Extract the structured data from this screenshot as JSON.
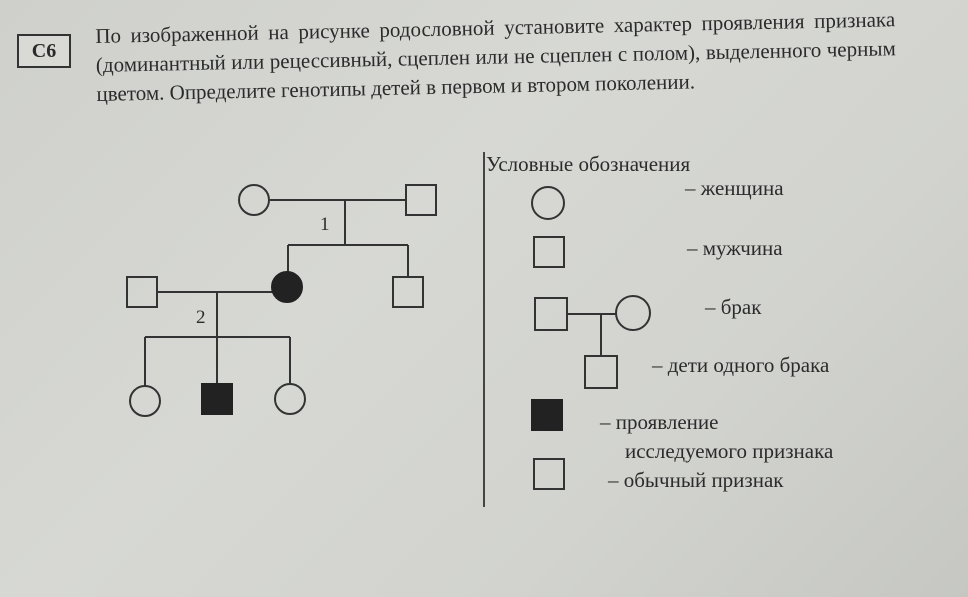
{
  "task": {
    "label": "С6"
  },
  "question": {
    "text": "По изображенной на рисунке родословной установите характер проявления признака (доминантный или рецессивный, сцеплен или не сцеплен с полом), выделенного черным цветом. Определите генотипы детей в первом и втором поколении."
  },
  "pedigree": {
    "generation_labels": [
      "1",
      "2"
    ]
  },
  "legend": {
    "title": "Условные обозначения",
    "female": "– женщина",
    "male": "– мужчина",
    "marriage": "– брак",
    "children": "– дети одного брака",
    "trait_line1": "– проявление",
    "trait_line2": "исследуемого признака",
    "normal": "– обычный признак"
  },
  "colors": {
    "affected": "#222222",
    "line": "#333333"
  }
}
